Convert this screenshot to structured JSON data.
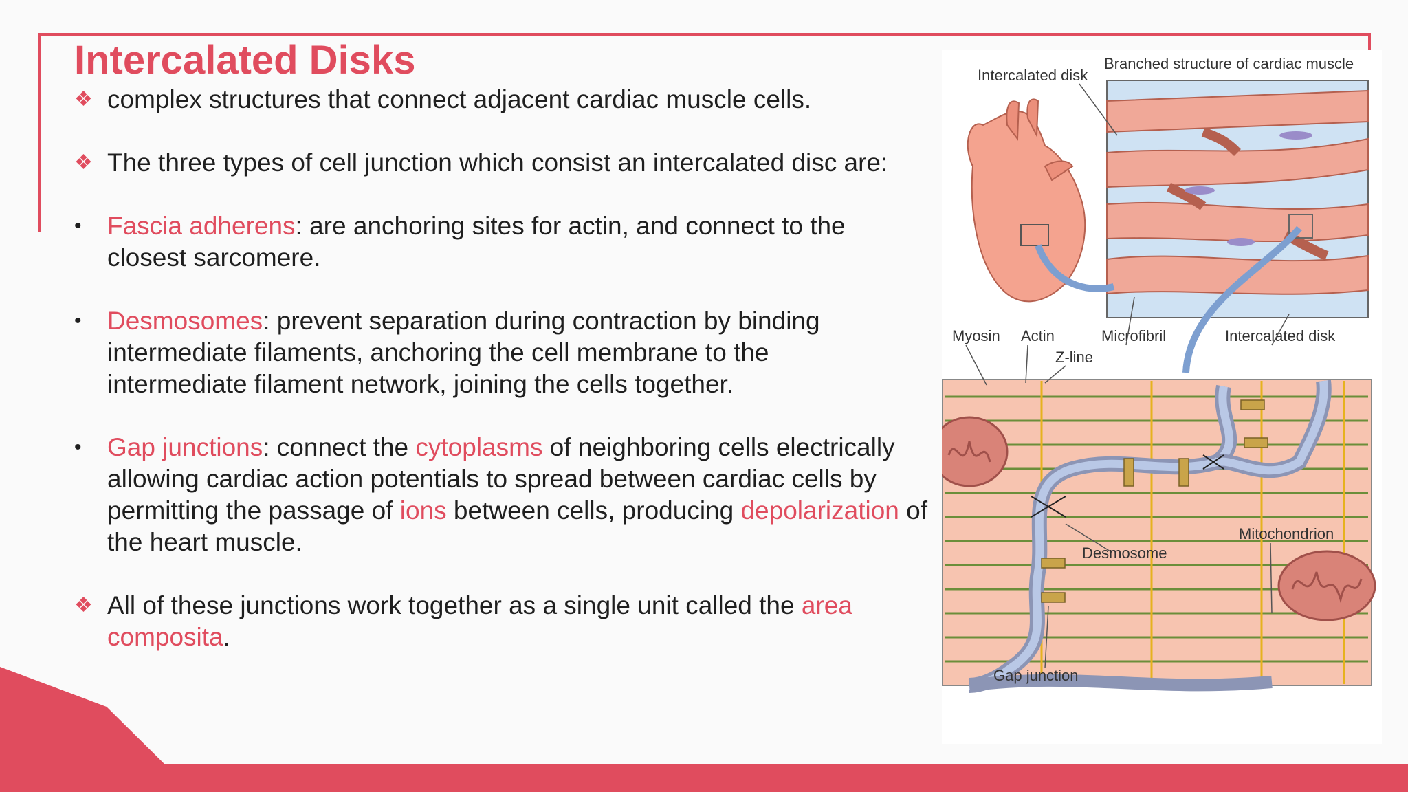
{
  "slide": {
    "title": "Intercalated Disks",
    "accent_color": "#e04c5e",
    "bullets": [
      {
        "marker": "❖",
        "parts": [
          "complex structures that connect adjacent cardiac muscle cells."
        ]
      },
      {
        "marker": "❖",
        "parts": [
          "The three types of cell junction which consist an intercalated disc are:"
        ]
      },
      {
        "marker": "•",
        "parts": [
          "Fascia adherens",
          ": are anchoring sites for actin, and connect to the closest sarcomere."
        ]
      },
      {
        "marker": "•",
        "parts": [
          "Desmosomes",
          ": prevent separation during contraction by binding intermediate filaments, anchoring the cell membrane to the intermediate filament network, joining the cells together."
        ]
      },
      {
        "marker": "•",
        "parts": [
          "Gap junctions",
          ": connect the ",
          "cytoplasms",
          " of neighboring cells electrically allowing cardiac action potentials to spread between cardiac cells by permitting the passage of ",
          "ions",
          " between cells, producing ",
          "depolarization",
          " of the heart muscle."
        ]
      },
      {
        "marker": "❖",
        "parts": [
          "All of these junctions work together as a single unit called the ",
          "area composita",
          "."
        ]
      }
    ]
  },
  "figure": {
    "labels": {
      "intercalated_disk_top": "Intercalated disk",
      "branched": "Branched structure of cardiac muscle",
      "myosin": "Myosin",
      "actin": "Actin",
      "zline": "Z-line",
      "microfibril": "Microfibril",
      "intercalated_disk_bottom": "Intercalated disk",
      "desmosome": "Desmosome",
      "mitochondrion": "Mitochondrion",
      "gap_junction": "Gap junction"
    }
  }
}
